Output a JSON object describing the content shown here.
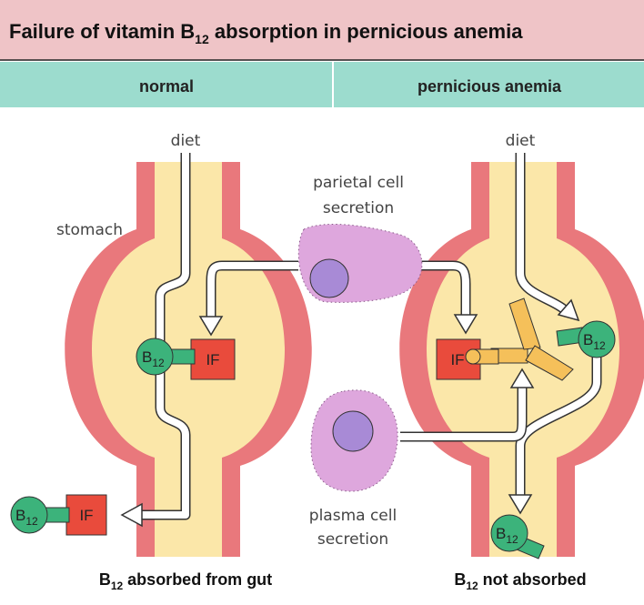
{
  "header": {
    "title_pre": "Failure of vitamin B",
    "title_sub": "12",
    "title_post": " absorption in pernicious anemia"
  },
  "columns": {
    "left": "normal",
    "right": "pernicious anemia"
  },
  "labels": {
    "diet_left": "diet",
    "diet_right": "diet",
    "stomach": "stomach",
    "parietal_line1": "parietal cell",
    "parietal_line2": "secretion",
    "plasma_line1": "plasma cell",
    "plasma_line2": "secretion"
  },
  "molecules": {
    "b": "B",
    "b_sub": "12",
    "if": "IF"
  },
  "captions": {
    "left_b": "B",
    "left_sub": "12",
    "left_rest": " absorbed from gut",
    "right_b": "B",
    "right_sub": "12",
    "right_rest": " not absorbed"
  },
  "colors": {
    "header_bg": "#efc4c7",
    "column_bar": "#9cdcce",
    "stomach_wall": "#e9787c",
    "stomach_inside": "#fbe7a9",
    "if_box": "#e94b3c",
    "b12": "#3cb37b",
    "cell": "#dea7dd",
    "nucleus": "#a88ad6",
    "antibody": "#f5c05a"
  }
}
